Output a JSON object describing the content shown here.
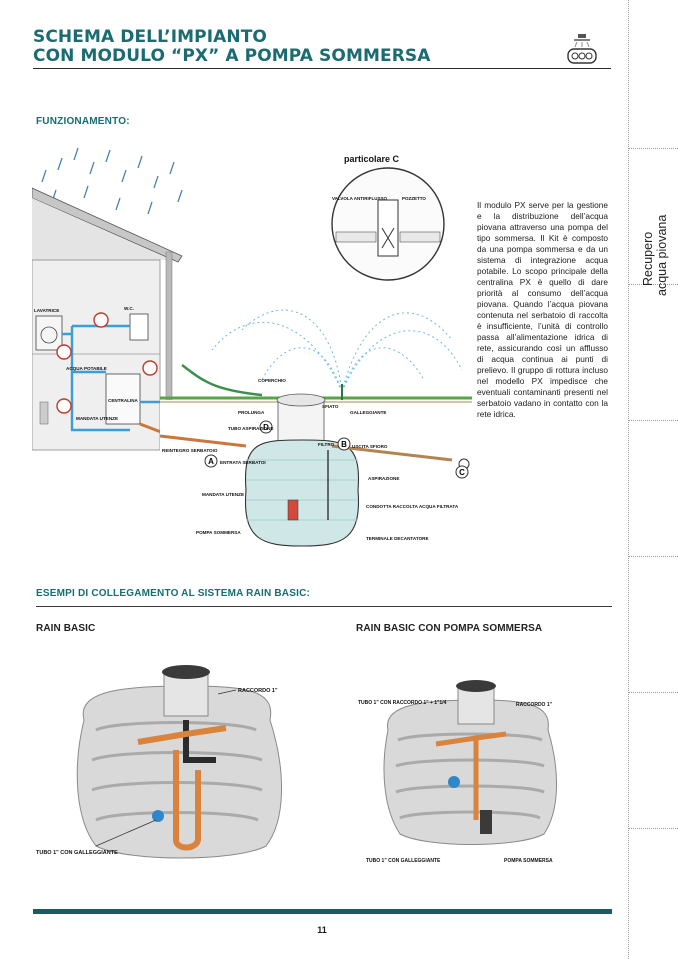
{
  "header": {
    "title_line1": "SCHEMA DELL’IMPIANTO",
    "title_line2": "CON MODULO “PX” A POMPA SOMMERSA"
  },
  "side_tab": {
    "label_line1": "Recupero",
    "label_line2": "acqua piovana"
  },
  "sections": {
    "funzionamento": "FUNZIONAMENTO:",
    "esempi": "ESEMPI DI COLLEGAMENTO AL SISTEMA RAIN BASIC:"
  },
  "description": "Il modulo PX serve per la gestione e la distribuzione dell’acqua piovana attraverso una pompa del tipo sommersa. Il Kit è composto da una pompa sommersa e da un sistema di integrazione acqua potabile. Lo scopo principale della centralina PX è quello di dare priorità al consumo dell’acqua piovana. Quando l’acqua piovana contenuta nel serbatoio di raccolta è insufficiente, l’unità di controllo passa all’alimentazione idrica di rete, assicurando così un afflusso di acqua continua ai punti di prelievo. Il gruppo di rottura incluso nel modello PX impedisce che eventuali contaminanti presenti nel serbatoio vadano in contatto con la rete idrica.",
  "diagram": {
    "particolare": "particolare C",
    "labels": {
      "valvola": "VALVOLA ANTIRIFLUSSO",
      "pozzetto": "POZZETTO",
      "lavatrice": "LAVATRICE",
      "wc": "W.C.",
      "acqua_potabile": "ACQUA POTABILE",
      "mandata": "MANDATA UTENZE",
      "centralina": "CENTRALINA",
      "coperchio": "COPERCHIO",
      "prolunga": "PROLUNGA",
      "tubo_aspirazione": "TUBO ASPIRAZIONE",
      "sfiato": "SFIATO",
      "galleggiante": "GALLEGGIANTE",
      "filtro": "FILTRO",
      "uscita": "USCITA SFIORO",
      "reintegro": "REINTEGRO SERBATOIO",
      "entrata": "ENTRATA SERBATOI",
      "aspirazione": "ASPIRAZIONE",
      "mandata_utenze": "MANDATA UTENZE",
      "pompa_sommersa": "POMPA SOMMERSA",
      "condotta": "CONDOTTA RACCOLTA ACQUA FILTRATA",
      "terminale": "TERMINALE DECANTATORE",
      "callout_a": "A",
      "callout_b": "B",
      "callout_c": "C",
      "callout_d": "D"
    }
  },
  "examples": [
    {
      "title": "RAIN BASIC",
      "labels": {
        "top": "RACCORDO 1\"",
        "bottom": "TUBO 1\" CON GALLEGGIANTE"
      }
    },
    {
      "title": "RAIN BASIC CON POMPA SOMMERSA",
      "labels": {
        "top_left": "TUBO 1\" CON RACCORDO 1\" + 1\"1/4",
        "top_right": "RACCORDO 1\"",
        "bottom_left": "TUBO 1\" CON GALLEGGIANTE",
        "bottom_right": "POMPA SOMMERSA"
      }
    }
  ],
  "footer": {
    "page_number": "11"
  },
  "colors": {
    "accent": "#1a6b72",
    "bar": "#1e5a63",
    "water": "#3b9fd6",
    "pipe": "#c8783c"
  }
}
